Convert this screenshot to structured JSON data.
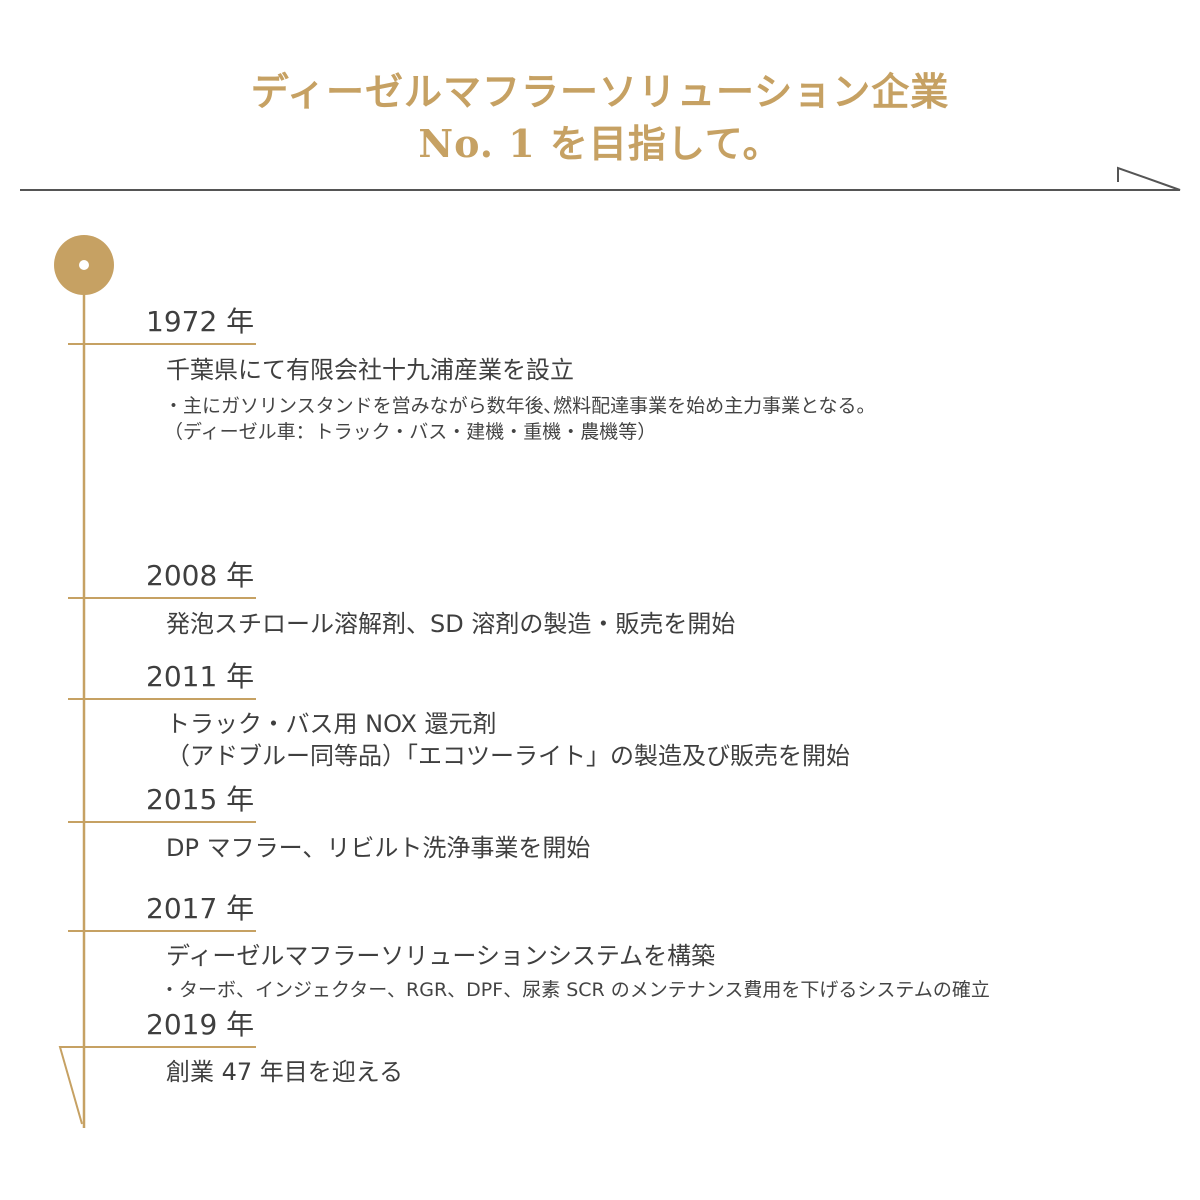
{
  "headline": {
    "line1": "ディーゼルマフラーソリューション企業",
    "line2": "No. 1 を目指して。"
  },
  "colors": {
    "accent": "#c6a163",
    "text": "#3f3f3f",
    "rule": "#555555"
  },
  "timeline": [
    {
      "year": "1972 年",
      "title": "千葉県にて有限会社十九浦産業を設立",
      "notes": [
        "・主にガソリンスタンドを営みながら数年後､燃料配達事業を始め主力事業となる。",
        "（ディーゼル車：トラック・バス・建機・重機・農機等）"
      ]
    },
    {
      "year": "2008 年",
      "title": "発泡スチロール溶解剤、SD 溶剤の製造・販売を開始",
      "notes": []
    },
    {
      "year": "2011 年",
      "title": "トラック・バス用 NOX 還元剤",
      "title2": "（アドブルー同等品）「エコツーライト」の製造及び販売を開始",
      "notes": []
    },
    {
      "year": "2015 年",
      "title": "DP マフラー、リビルト洗浄事業を開始",
      "notes": []
    },
    {
      "year": "2017 年",
      "title": "ディーゼルマフラーソリューションシステムを構築",
      "notes": [
        "・ターボ、インジェクター、RGR、DPF、尿素 SCR のメンテナンス費用を下げるシステムの確立"
      ]
    },
    {
      "year": "2019 年",
      "title": "創業 47 年目を迎える",
      "notes": []
    }
  ]
}
